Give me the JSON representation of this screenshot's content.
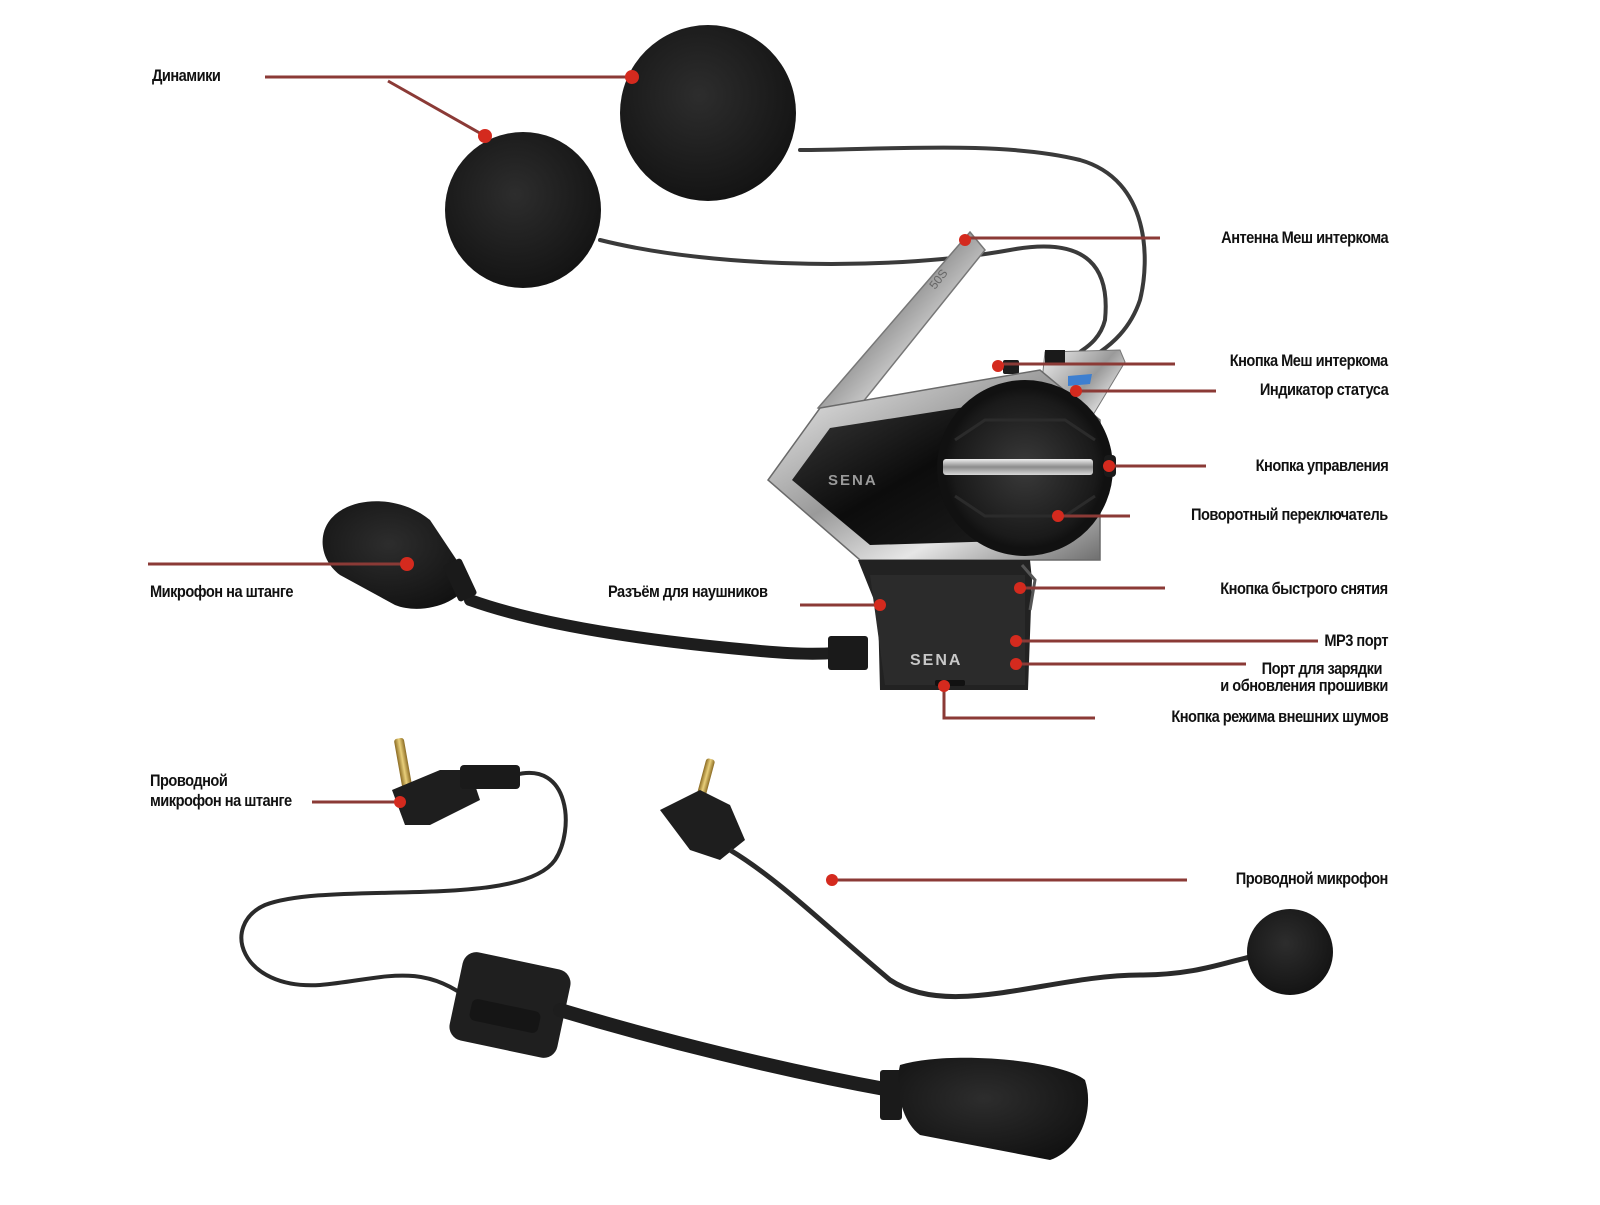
{
  "diagram": {
    "product_brand": "SENA",
    "antenna_marking": "50S",
    "colors": {
      "leader_line": "#8b3a36",
      "dot": "#d42a1e",
      "label_text": "#111111",
      "background": "#ffffff",
      "foam": "#1b1b1b",
      "chrome": "#c9c9c9"
    },
    "labels": {
      "speakers": "Динамики",
      "mesh_antenna": "Антенна Меш интеркома",
      "mesh_button": "Кнопка Меш интеркома",
      "status_led": "Индикатор статуса",
      "control_button": "Кнопка управления",
      "jog_dial": "Поворотный переключатель",
      "boom_mic": "Микрофон на штанге",
      "headset_jack": "Разъём для наушников",
      "quick_release": "Кнопка быстрого снятия",
      "mp3_port": "MP3 порт",
      "charge_port_line1": "Порт для зарядки",
      "charge_port_line2": "и обновления прошивки",
      "ambient_mode_button": "Кнопка режима внешних шумов",
      "wired_boom_mic_line1": "Проводной",
      "wired_boom_mic_line2": "микрофон на штанге",
      "wired_mic": "Проводной микрофон"
    }
  }
}
